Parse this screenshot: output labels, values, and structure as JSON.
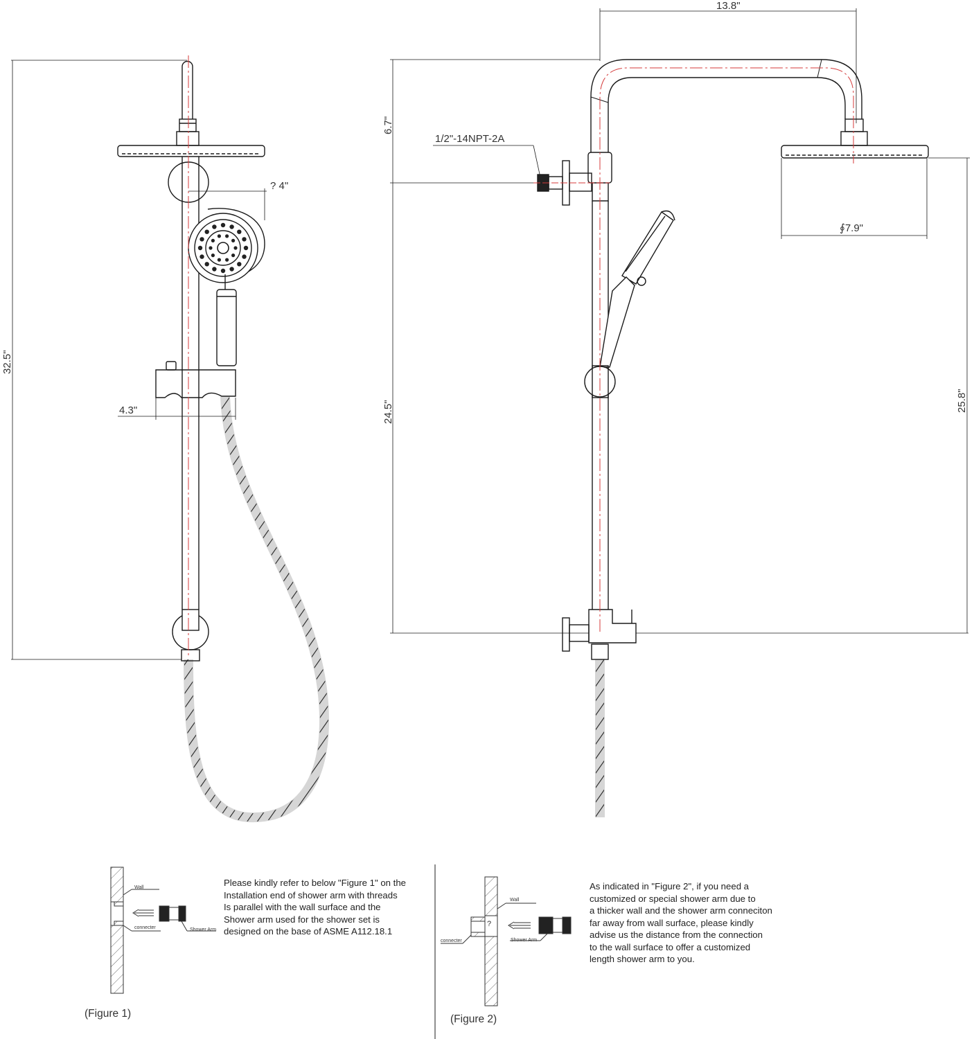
{
  "dimensions": {
    "overall_height": "32.5\"",
    "handshower_offset": "? 4\"",
    "holder_width": "4.3\"",
    "top_to_connector": "6.7\"",
    "arm_reach": "13.8\"",
    "connector_to_valve": "24.5\"",
    "head_to_valve": "25.8\"",
    "head_diameter": "∮7.9\""
  },
  "connector_thread": "1/2\"-14NPT-2A",
  "figure1": {
    "caption": "(Figure 1)",
    "labels": {
      "wall": "Wall",
      "connector": "connecter",
      "arm": "Shower Arm"
    },
    "note": [
      "Please  kindly refer to below \"Figure 1\" on the",
      "Installation end of shower arm  with threads",
      "Is parallel with the wall surface and the",
      "Shower arm used for the shower set is",
      "designed on the base of ASME A112.18.1"
    ]
  },
  "figure2": {
    "caption": "(Figure 2)",
    "labels": {
      "wall": "Wall",
      "connector": "connecter",
      "arm": "Shower Arm",
      "gap": "?"
    },
    "note": [
      "As indicated in \"Figure 2\", if you need a",
      "customized or special shower arm due to",
      "a thicker wall and the shower arm conneciton",
      "far away from  wall surface, please kindly",
      "advise us the distance from the connection",
      "to the wall surface  to offer a customized",
      "length shower arm to you."
    ]
  },
  "colors": {
    "line": "#1a1a1a",
    "centerline": "#d43a3a",
    "hatch": "#555555"
  }
}
